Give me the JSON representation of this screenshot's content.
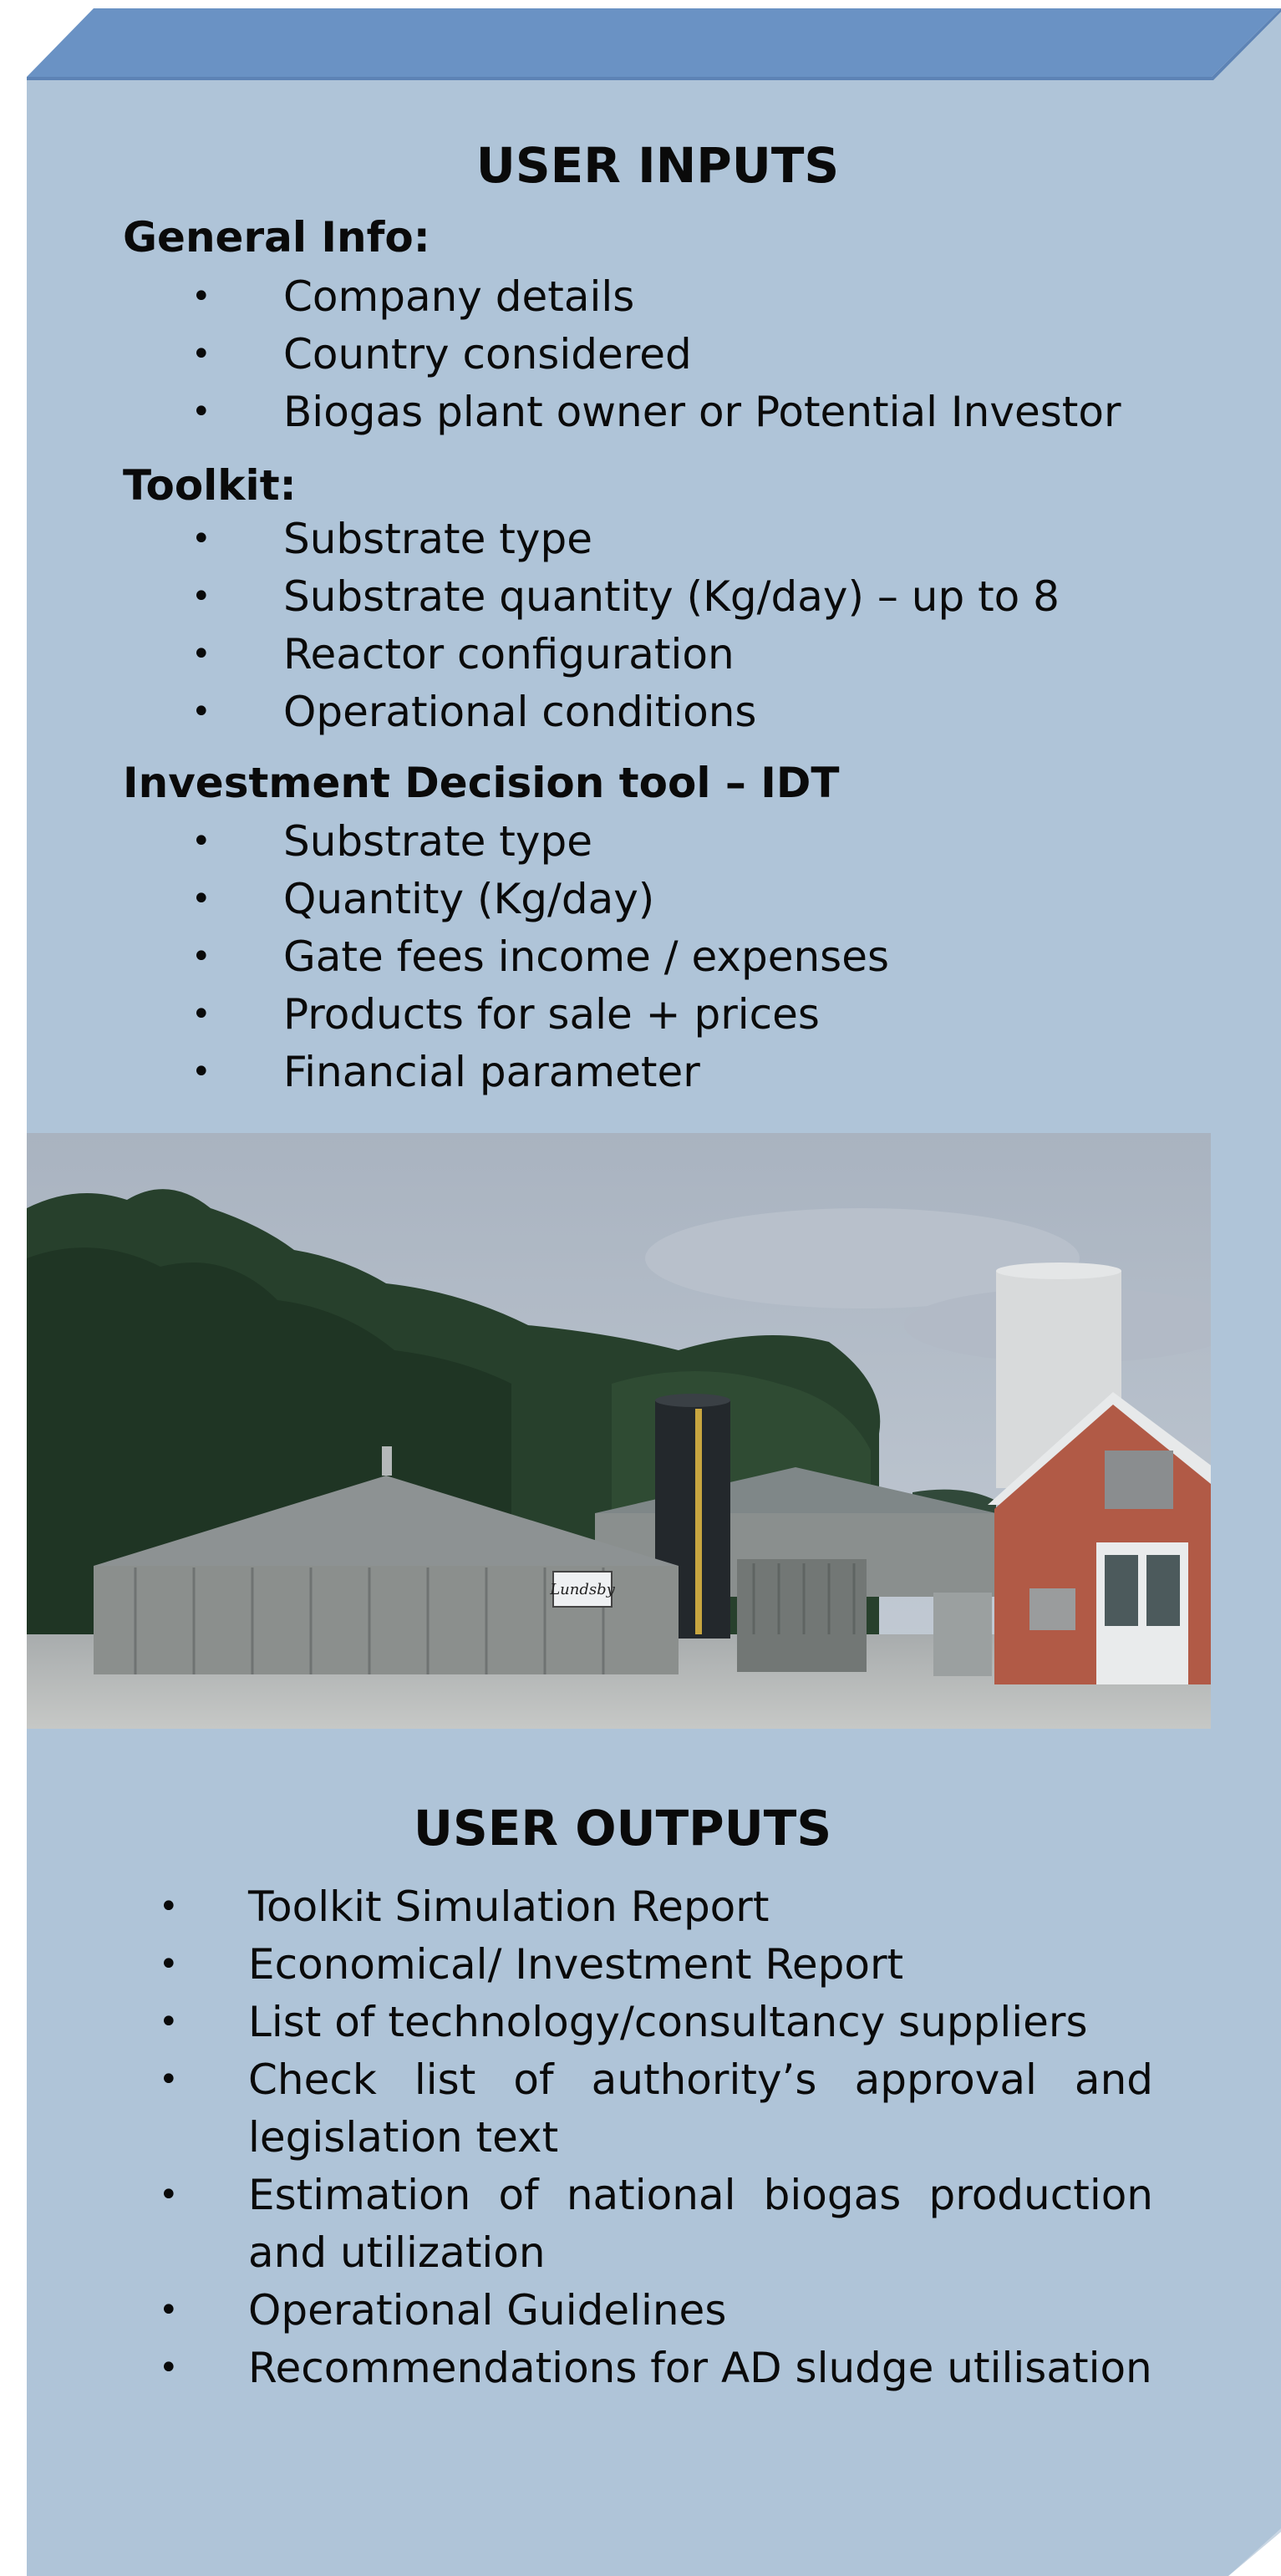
{
  "inputs": {
    "title": "USER INPUTS",
    "general": {
      "heading": "General Info:",
      "items": [
        "Company details",
        "Country considered",
        "Biogas plant owner or Potential Investor"
      ]
    },
    "toolkit": {
      "heading": "Toolkit:",
      "items": [
        "Substrate type",
        "Substrate quantity (Kg/day) – up to 8",
        "Reactor configuration",
        "Operational conditions"
      ]
    },
    "idt": {
      "heading": "Investment Decision tool – IDT",
      "items": [
        "Substrate type",
        "Quantity (Kg/day)",
        "Gate fees income / expenses",
        "Products for sale + prices",
        "Financial parameter"
      ]
    }
  },
  "photo": {
    "sign_text": "Lundsby"
  },
  "outputs": {
    "title": "USER OUTPUTS",
    "items": [
      "Toolkit Simulation Report",
      "Economical/ Investment Report",
      "List of technology/consultancy suppliers",
      "Check list of authority’s approval and legislation text",
      "Estimation of national biogas production and utilization",
      "Operational Guidelines",
      "Recommendations for AD sludge utilisation"
    ]
  },
  "colors": {
    "panel": "#afc4d8",
    "bevel_top": "#6a92c4",
    "text": "#0a0a0a"
  }
}
